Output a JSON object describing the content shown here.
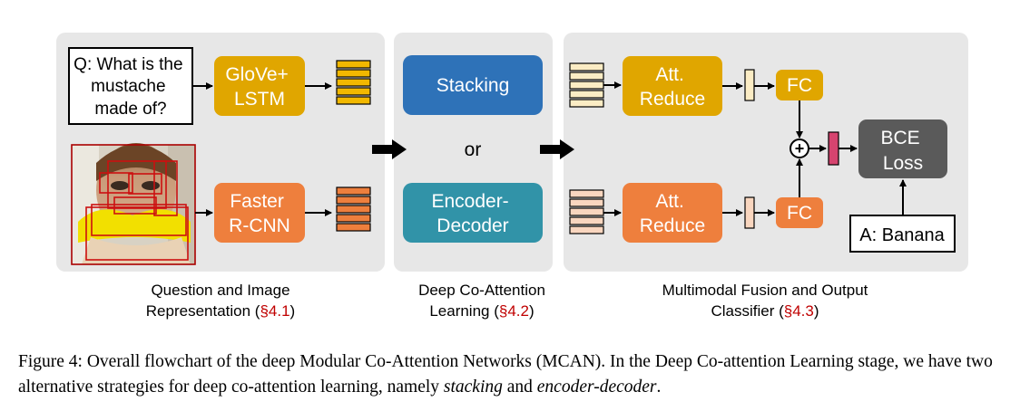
{
  "panels": {
    "left": {
      "question": [
        "Q: What is the",
        "mustache",
        "made of?"
      ],
      "glove_lstm": [
        "GloVe+",
        "LSTM"
      ],
      "faster_rcnn": [
        "Faster",
        "R-CNN"
      ],
      "label_line1": "Question and Image",
      "label_line2": "Representation (",
      "label_ref": "§4.1",
      "label_end": ")"
    },
    "middle": {
      "stacking": "Stacking",
      "or": "or",
      "encoder_decoder": [
        "Encoder-",
        "Decoder"
      ],
      "label_line1": "Deep Co-Attention",
      "label_line2": "Learning (",
      "label_ref": "§4.2",
      "label_end": ")"
    },
    "right": {
      "att_reduce": [
        "Att.",
        "Reduce"
      ],
      "fc": "FC",
      "plus": "+",
      "bce_loss": [
        "BCE",
        "Loss"
      ],
      "answer": "A: Banana",
      "label_line1": "Multimodal Fusion and Output",
      "label_line2": "Classifier (",
      "label_ref": "§4.3",
      "label_end": ")"
    }
  },
  "caption": {
    "prefix": "Figure 4: Overall flowchart of the deep Modular Co-Attention Networks (MCAN). In the Deep Co-attention Learning stage, we have two alternative strategies for deep co-attention learning, namely ",
    "stacking": "stacking",
    "and": " and ",
    "encoder_decoder": "encoder-decoder",
    "end": "."
  },
  "colors": {
    "panel_bg": "#e7e7e7",
    "gold": "#e0a600",
    "orange": "#ee7f3d",
    "blue": "#2e72b8",
    "teal": "#3193a8",
    "dark_gray": "#5a5a5a",
    "pink": "#d6446f",
    "light_gold": "#fbecc4",
    "light_orange": "#f9d6bf",
    "ref_red": "#c00000"
  }
}
